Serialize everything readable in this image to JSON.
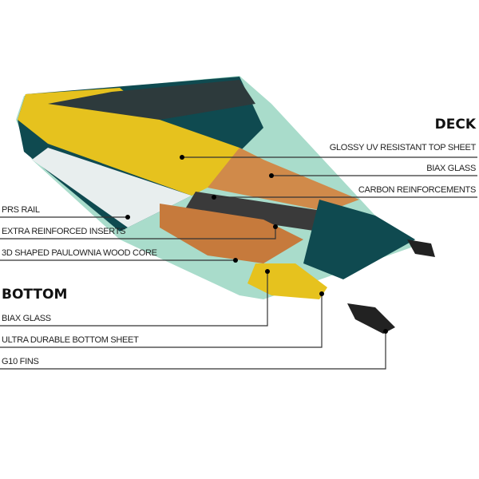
{
  "deck": {
    "title": "DECK",
    "items": [
      {
        "label": "GLOSSY UV RESISTANT TOP SHEET"
      },
      {
        "label": "BIAX GLASS"
      },
      {
        "label": "CARBON REINFORCEMENTS"
      }
    ]
  },
  "core": {
    "items": [
      {
        "label": "PRS RAIL"
      },
      {
        "label": "EXTRA REINFORCED INSERTS"
      },
      {
        "label": "3D SHAPED PAULOWNIA WOOD CORE"
      }
    ]
  },
  "bottom": {
    "title": "BOTTOM",
    "items": [
      {
        "label": "BIAX GLASS"
      },
      {
        "label": "ULTRA DURABLE BOTTOM SHEET"
      },
      {
        "label": "G10 FINS"
      }
    ]
  },
  "colors": {
    "teal": "#0f4a50",
    "yellow": "#e6c21e",
    "wood": "#c67a3c",
    "carbon": "#3a3a3a",
    "rail": "#a9dccb"
  }
}
